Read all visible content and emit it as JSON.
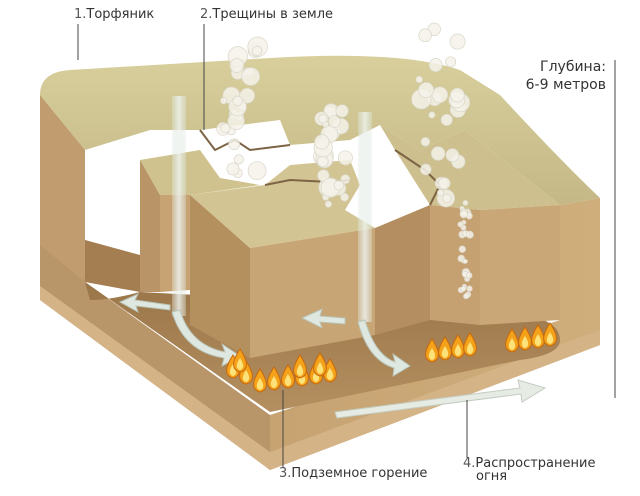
{
  "labels": {
    "peat": {
      "num": "1.",
      "text": "Торфяник"
    },
    "cracks": {
      "num": "2.",
      "text": "Трещины в земле"
    },
    "burning": {
      "num": "3.",
      "text": "Подземное горение"
    },
    "spread": {
      "num": "4.",
      "text": "Распространение",
      "text2": "огня"
    }
  },
  "depth": {
    "line1": "Глубина:",
    "line2": "6-9 метров"
  },
  "colors": {
    "top": "#cfc593",
    "side": "#c5a374",
    "front": "#c9a575",
    "dark": "#a07c52",
    "cave": "#a88458",
    "fire": "#f3a21a",
    "flame_core": "#fde27a",
    "smoke": "#f4f2ea",
    "arrow": "#dfe8e0"
  }
}
